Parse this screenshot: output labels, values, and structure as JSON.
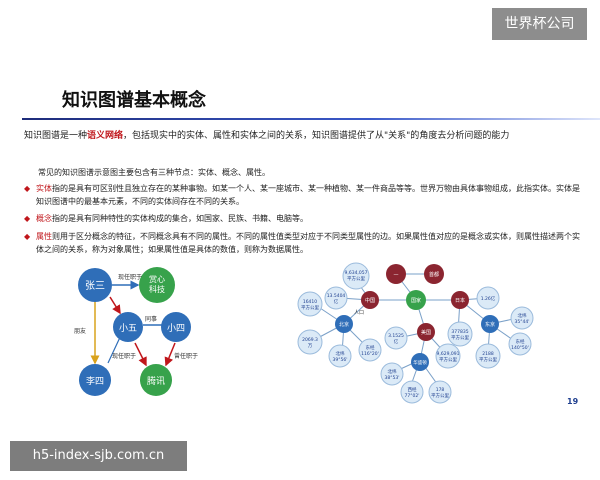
{
  "watermark_top": "世界杯公司",
  "watermark_bottom": "h5-index-sjb.com.cn",
  "title": "知识图谱基本概念",
  "lead": {
    "part1": "知识图谱是一种",
    "highlight": "语义网络",
    "part2": "，包括现实中的实体、属性和实体之间的关系，知识图谱提供了从\"关系\"的角度去分析问题的能力"
  },
  "sub_intro": "常见的知识图谱示意图主要包含有三种节点：实体、概念、属性。",
  "bullets": [
    {
      "marker": "◆",
      "term": "实体",
      "text": "指的是具有可区别性且独立存在的某种事物。如某一个人、某一座城市、某一种植物、某一件商品等等。世界万物由具体事物组成，此指实体。实体是知识图谱中的最基本元素，不同的实体间存在不同的关系。"
    },
    {
      "marker": "◆",
      "term": "概念",
      "text": "指的是具有同种特性的实体构成的集合，如国家、民族、书籍、电脑等。"
    },
    {
      "marker": "◆",
      "term": "属性",
      "text": "则用于区分概念的特征，不同概念具有不同的属性。不同的属性值类型对应于不同类型属性的边。如果属性值对应的是概念或实体，则属性描述两个实体之间的关系，称为对象属性；如果属性值是具体的数值，则称为数据属性。"
    }
  ],
  "diagram_left": {
    "nodes": {
      "zhangsan": "张三",
      "company": "赏心\n科技",
      "xiaowu": "小五",
      "xiaosi": "小四",
      "lisi": "李四",
      "tencent": "腾讯"
    },
    "edges": {
      "zs_company": "现任职于",
      "friend": "朋友",
      "colleague": "同事",
      "xw_tencent": "现任职于",
      "xs_tencent": "曾任职于"
    }
  },
  "diagram_right": {
    "nodes": {
      "china": "中国",
      "beijing": "北京",
      "country": "国家",
      "capital": "首都",
      "japan": "日本",
      "tokyo": "东京",
      "placeholder": "—"
    },
    "values": {
      "v1": "9,634,057\n平方公里",
      "v2": "13.5404\n亿",
      "v3": "16410\n平方公里",
      "v4": "2069.3\n万",
      "v5": "北纬\n39°56'",
      "v6": "东经\n116°20'",
      "v7": "3.1525\n亿",
      "v8": "377835\n平方公里",
      "v9": "1.26亿",
      "v10": "北纬\n35°44'",
      "v11": "东经\n140°50'",
      "v12": "2188\n平方公里",
      "v13": "9,629,091\n平方公里",
      "v14": "北纬\n38°53'",
      "v15": "西经\n77°02'",
      "v16": "178\n平方公里"
    },
    "misc": {
      "mid_node": "华盛顿",
      "people": "人口",
      "usa": "美国"
    }
  },
  "page_number": "19",
  "colors": {
    "accent_red": "#c0161b",
    "node_blue": "#2f6eb8",
    "node_green": "#37a24b",
    "node_dark_red": "#8b2530",
    "value_bubble": "#dbeaf7",
    "rule_blue": "#1e2c7a"
  }
}
